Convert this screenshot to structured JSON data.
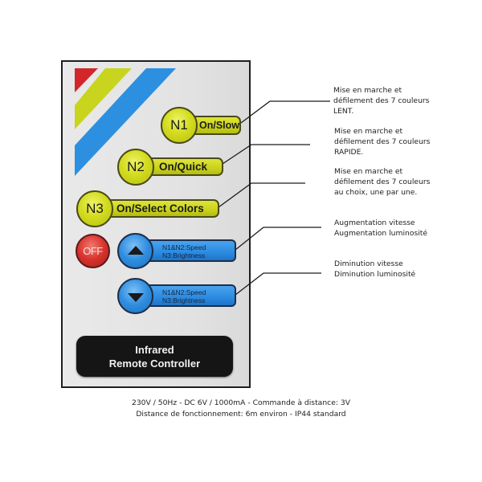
{
  "remote": {
    "colors": {
      "red": "#d2262a",
      "yellow": "#c8d41e",
      "blue": "#2d8fe0",
      "panel": "#e4e4e4",
      "border": "#1e1e1e"
    },
    "buttons": [
      {
        "id": "n1",
        "number": "N1",
        "label": "On/Slow",
        "color": "yellow"
      },
      {
        "id": "n2",
        "number": "N2",
        "label": "On/Quick",
        "color": "yellow"
      },
      {
        "id": "n3",
        "number": "N3",
        "label": "On/Select Colors",
        "color": "yellow"
      },
      {
        "id": "off",
        "label": "OFF",
        "color": "red"
      },
      {
        "id": "up",
        "icon": "arrow-up-icon",
        "line1": "N1&N2:Speed",
        "line2": "N3:Brightness",
        "color": "blue"
      },
      {
        "id": "down",
        "icon": "arrow-down-icon",
        "line1": "N1&N2:Speed",
        "line2": "N3:Brightness",
        "color": "blue"
      }
    ],
    "label_plate": {
      "line1": "Infrared",
      "line2": "Remote Controller"
    }
  },
  "annotations": [
    {
      "target": "n1",
      "lines": [
        "Mise en marche et",
        "défilement des 7 couleurs",
        "LENT."
      ]
    },
    {
      "target": "n2",
      "lines": [
        "Mise en marche et",
        "défilement des 7 couleurs",
        "RAPIDE."
      ]
    },
    {
      "target": "n3",
      "lines": [
        "Mise en marche et",
        "défilement des 7 couleurs",
        "au choix, une par une."
      ]
    },
    {
      "target": "up",
      "lines": [
        "Augmentation vitesse",
        "Augmentation luminosité"
      ]
    },
    {
      "target": "down",
      "lines": [
        "Diminution vitesse",
        "Diminution luminosité"
      ]
    }
  ],
  "footer": {
    "line1": "230V / 50Hz - DC 6V / 1000mA - Commande à distance: 3V",
    "line2": "Distance de fonctionnement: 6m environ - IP44 standard"
  }
}
